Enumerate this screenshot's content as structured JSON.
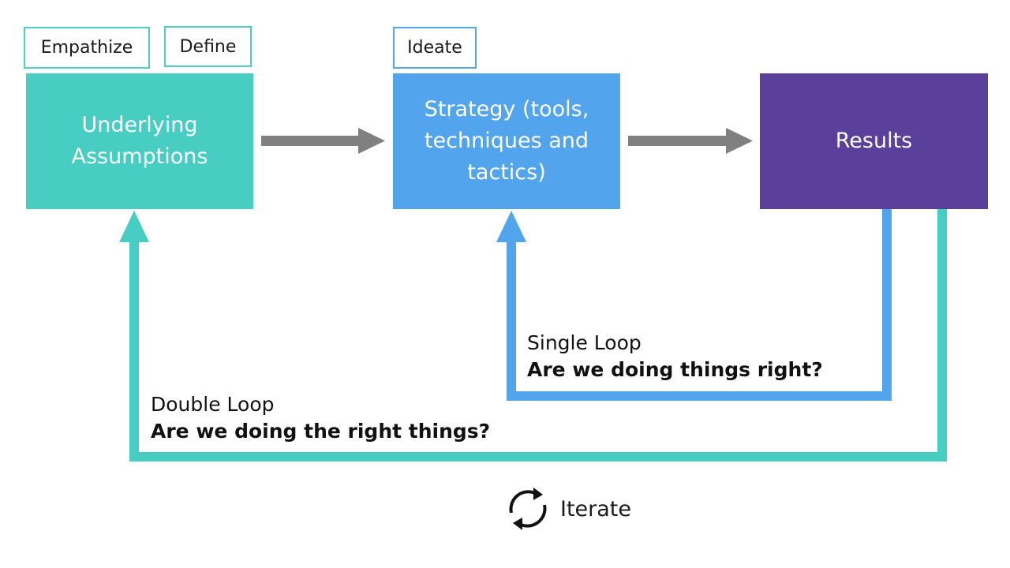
{
  "tags": {
    "empathize": "Empathize",
    "define": "Define",
    "ideate": "Ideate"
  },
  "boxes": {
    "assumptions": {
      "line1": "Underlying",
      "line2": "Assumptions"
    },
    "strategy": {
      "line1": "Strategy (tools,",
      "line2": "techniques and",
      "line3": "tactics)"
    },
    "results": {
      "line1": "Results"
    }
  },
  "loops": {
    "single": {
      "title": "Single Loop",
      "question": "Are we doing things right?"
    },
    "double": {
      "title": "Double Loop",
      "question": "Are we doing the right things?"
    }
  },
  "iterate": {
    "label": "Iterate",
    "icon": "cycle-arrows-icon"
  },
  "colors": {
    "teal": "#48cdc3",
    "blue": "#52a4ec",
    "purple": "#5a3f9b",
    "gray_arrow": "#808080",
    "tag_border_teal": "#4ecdc4",
    "tag_border_blue": "#52a4ec"
  }
}
